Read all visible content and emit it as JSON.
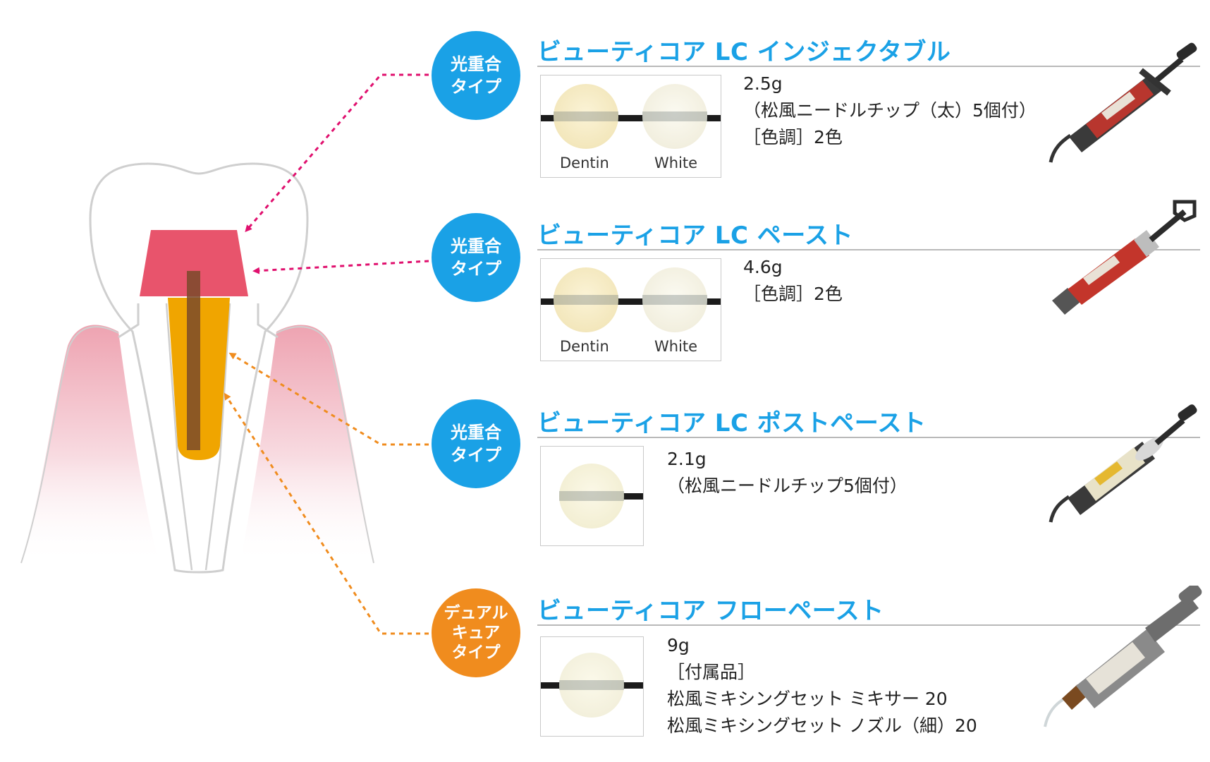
{
  "products": [
    {
      "badge": [
        "光重合",
        "タイプ"
      ],
      "badge_color": "#1aa1e6",
      "title": "ビューティコア LC インジェクタブル",
      "swatches": [
        "Dentin",
        "White"
      ],
      "details": [
        "2.5g",
        "（松風ニードルチップ（太）5個付）",
        "［色調］2色"
      ]
    },
    {
      "badge": [
        "光重合",
        "タイプ"
      ],
      "badge_color": "#1aa1e6",
      "title": "ビューティコア LC ペースト",
      "swatches": [
        "Dentin",
        "White"
      ],
      "details": [
        "4.6g",
        "［色調］2色"
      ]
    },
    {
      "badge": [
        "光重合",
        "タイプ"
      ],
      "badge_color": "#1aa1e6",
      "title": "ビューティコア LC ポストペースト",
      "swatches": [],
      "details": [
        "2.1g",
        "（松風ニードルチップ5個付）"
      ]
    },
    {
      "badge": [
        "デュアル",
        "キュア",
        "タイプ"
      ],
      "badge_color": "#f08c1e",
      "title": "ビューティコア フローペースト",
      "swatches": [],
      "details": [
        "9g",
        "［付属品］",
        "松風ミキシングセット ミキサー 20",
        "松風ミキシングセット ノズル（細）20"
      ]
    }
  ],
  "colors": {
    "light_cure_arrow": "#e0106e",
    "dual_cure_arrow": "#f08c1e",
    "core": "#e8546c",
    "post": "#f0a500",
    "gum": "#f3b6c1"
  }
}
